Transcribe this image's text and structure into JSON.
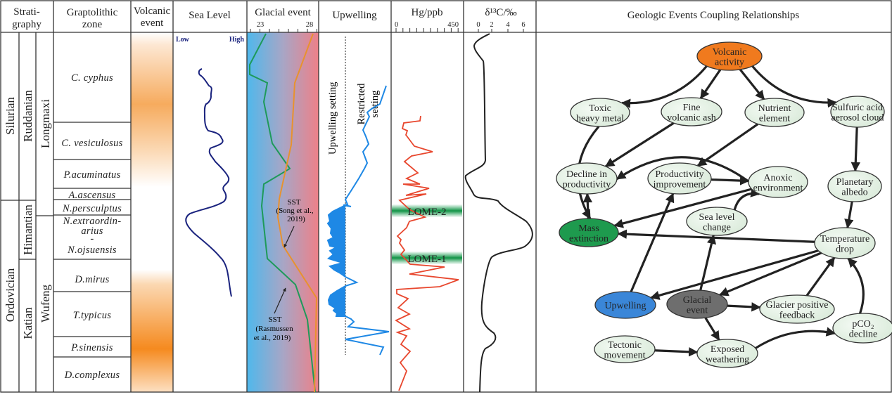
{
  "headers": {
    "stratigraphy": [
      "Strati-",
      "graphy"
    ],
    "graptolithic_zone": [
      "Graptolithic",
      "zone"
    ],
    "volcanic_event": [
      "Volcanic",
      "event"
    ],
    "sea_level": "Sea Level",
    "glacial_event": "Glacial event",
    "upwelling": "Upwelling",
    "hg": "Hg/ppb",
    "d13c": "δ¹³C/‰",
    "coupling": "Geologic Events Coupling Relationships"
  },
  "stratigraphy": {
    "systems": [
      "Silurian",
      "Ordovician"
    ],
    "stages": [
      "Ruddanian",
      "Himantian",
      "Katian"
    ],
    "formations": [
      "Longmaxi",
      "Wufeng"
    ]
  },
  "graptolite_zones": [
    {
      "lines": [
        "C. cyphus"
      ]
    },
    {
      "lines": [
        "C. vesiculosus"
      ]
    },
    {
      "lines": [
        "P.acuminatus"
      ]
    },
    {
      "lines": [
        "A.ascensus"
      ]
    },
    {
      "lines": [
        "N.persculptus"
      ]
    },
    {
      "lines": [
        "N.extraordin-",
        "arius",
        "-",
        "N.ojsuensis"
      ]
    },
    {
      "lines": [
        "D.mirus"
      ]
    },
    {
      "lines": [
        "T.typicus"
      ]
    },
    {
      "lines": [
        "P.sinensis"
      ]
    },
    {
      "lines": [
        "D.complexus"
      ]
    }
  ],
  "sea_level": {
    "low_label": "Low",
    "high_label": "High",
    "color": "#1a237e"
  },
  "glacial": {
    "ticks": [
      "23",
      "28"
    ],
    "range": [
      23,
      28
    ],
    "annotations": [
      {
        "id": "song",
        "lines": [
          "SST",
          "(Song et al.,",
          "2019)"
        ],
        "color": "#e8922e"
      },
      {
        "id": "rasmussen",
        "lines": [
          "SST",
          "(Rasmussen",
          "et al., 2019)"
        ],
        "color": "#1e9a5a"
      }
    ]
  },
  "upwelling": {
    "labels": {
      "upwelling_setting": "Upwelling setting",
      "restricted_setting": [
        "Restricted",
        "setting"
      ]
    },
    "color": "#1e88e5"
  },
  "hg": {
    "ticks": [
      "0",
      "450"
    ],
    "range": [
      0,
      450
    ],
    "color": "#e8472e",
    "events": [
      "LOME-2",
      "LOME-1"
    ]
  },
  "d13c": {
    "ticks": [
      "0",
      "2",
      "4",
      "6"
    ],
    "range": [
      -1,
      7
    ]
  },
  "coupling_nodes": [
    {
      "id": "volcanic",
      "lines": [
        "Volcanic",
        "activity"
      ],
      "fill": "#f07a1e"
    },
    {
      "id": "toxic",
      "lines": [
        "Toxic",
        "heavy metal"
      ],
      "fill": "#e6f2e6"
    },
    {
      "id": "ash",
      "lines": [
        "Fine",
        "volcanic ash"
      ],
      "fill": "#e6f2e6"
    },
    {
      "id": "nutrient",
      "lines": [
        "Nutrient",
        "element"
      ],
      "fill": "#e6f2e6"
    },
    {
      "id": "sulfuric",
      "lines": [
        "Sulfuric acid",
        "aerosol cloud"
      ],
      "fill": "#e6f2e6"
    },
    {
      "id": "decline",
      "lines": [
        "Decline in",
        "productivity"
      ],
      "fill": "#e6f2e6"
    },
    {
      "id": "prodimp",
      "lines": [
        "Productivity",
        "improvement"
      ],
      "fill": "#e6f2e6"
    },
    {
      "id": "anoxic",
      "lines": [
        "Anoxic",
        "environment"
      ],
      "fill": "#e6f2e6"
    },
    {
      "id": "albedo",
      "lines": [
        "Planetary",
        "albedo"
      ],
      "fill": "#e6f2e6"
    },
    {
      "id": "mass",
      "lines": [
        "Mass",
        "extinction"
      ],
      "fill": "#1e9a4e"
    },
    {
      "id": "sealevel",
      "lines": [
        "Sea level",
        "change"
      ],
      "fill": "#e6f2e6"
    },
    {
      "id": "tempdrop",
      "lines": [
        "Temperature",
        "drop"
      ],
      "fill": "#e6f2e6"
    },
    {
      "id": "upwelling",
      "lines": [
        "Upwelling"
      ],
      "fill": "#3a86d8"
    },
    {
      "id": "glacial",
      "lines": [
        "Glacial",
        "event"
      ],
      "fill": "#6e6e6e"
    },
    {
      "id": "glacierfb",
      "lines": [
        "Glacier positive",
        "feedback"
      ],
      "fill": "#e6f2e6"
    },
    {
      "id": "pco2",
      "lines": [
        "pCO₂",
        "decline"
      ],
      "fill": "#e6f2e6"
    },
    {
      "id": "tectonic",
      "lines": [
        "Tectonic",
        "movement"
      ],
      "fill": "#e6f2e6"
    },
    {
      "id": "weathering",
      "lines": [
        "Exposed",
        "weathering"
      ],
      "fill": "#e6f2e6"
    }
  ],
  "coupling_edges": [
    [
      "volcanic",
      "toxic"
    ],
    [
      "volcanic",
      "ash"
    ],
    [
      "volcanic",
      "nutrient"
    ],
    [
      "volcanic",
      "sulfuric"
    ],
    [
      "toxic",
      "mass"
    ],
    [
      "ash",
      "decline"
    ],
    [
      "nutrient",
      "prodimp"
    ],
    [
      "anoxic",
      "decline"
    ],
    [
      "prodimp",
      "anoxic"
    ],
    [
      "anoxic",
      "mass"
    ],
    [
      "sulfuric",
      "albedo"
    ],
    [
      "albedo",
      "tempdrop"
    ],
    [
      "mass",
      "decline"
    ],
    [
      "upwelling",
      "prodimp"
    ],
    [
      "sealevel",
      "anoxic"
    ],
    [
      "tempdrop",
      "mass"
    ],
    [
      "tempdrop",
      "upwelling"
    ],
    [
      "tempdrop",
      "glacial"
    ],
    [
      "glacial",
      "sealevel"
    ],
    [
      "glacial",
      "glacierfb"
    ],
    [
      "glacierfb",
      "tempdrop"
    ],
    [
      "glacial",
      "weathering"
    ],
    [
      "tectonic",
      "weathering"
    ],
    [
      "weathering",
      "pco2"
    ],
    [
      "pco2",
      "tempdrop"
    ]
  ]
}
